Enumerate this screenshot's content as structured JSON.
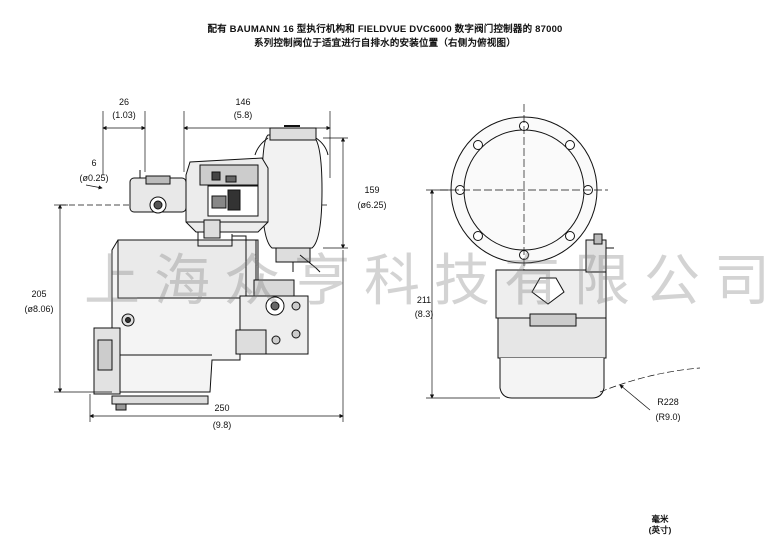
{
  "title": {
    "line1": "配有 BAUMANN 16 型执行机构和 FIELDVUE DVC6000 数字阀门控制器的 87000",
    "line2": "系列控制阀位于适宜进行自排水的安装位置（右侧为俯视图）"
  },
  "dimensions": {
    "d26": {
      "mm": "26",
      "in": "(1.03)"
    },
    "d146": {
      "mm": "146",
      "in": "(5.8)"
    },
    "d6": {
      "mm": "6",
      "in": "(ø0.25)"
    },
    "d159": {
      "mm": "159",
      "in": "(ø6.25)"
    },
    "d205": {
      "mm": "205",
      "in": "(ø8.06)"
    },
    "d250": {
      "mm": "250",
      "in": "(9.8)"
    },
    "d211": {
      "mm": "211",
      "in": "(8.3)"
    },
    "r228": {
      "mm": "R228",
      "in": "(R9.0)"
    }
  },
  "watermark": "上海众亨科技有限公司",
  "units": {
    "line1": "毫米",
    "line2": "(英寸)"
  }
}
